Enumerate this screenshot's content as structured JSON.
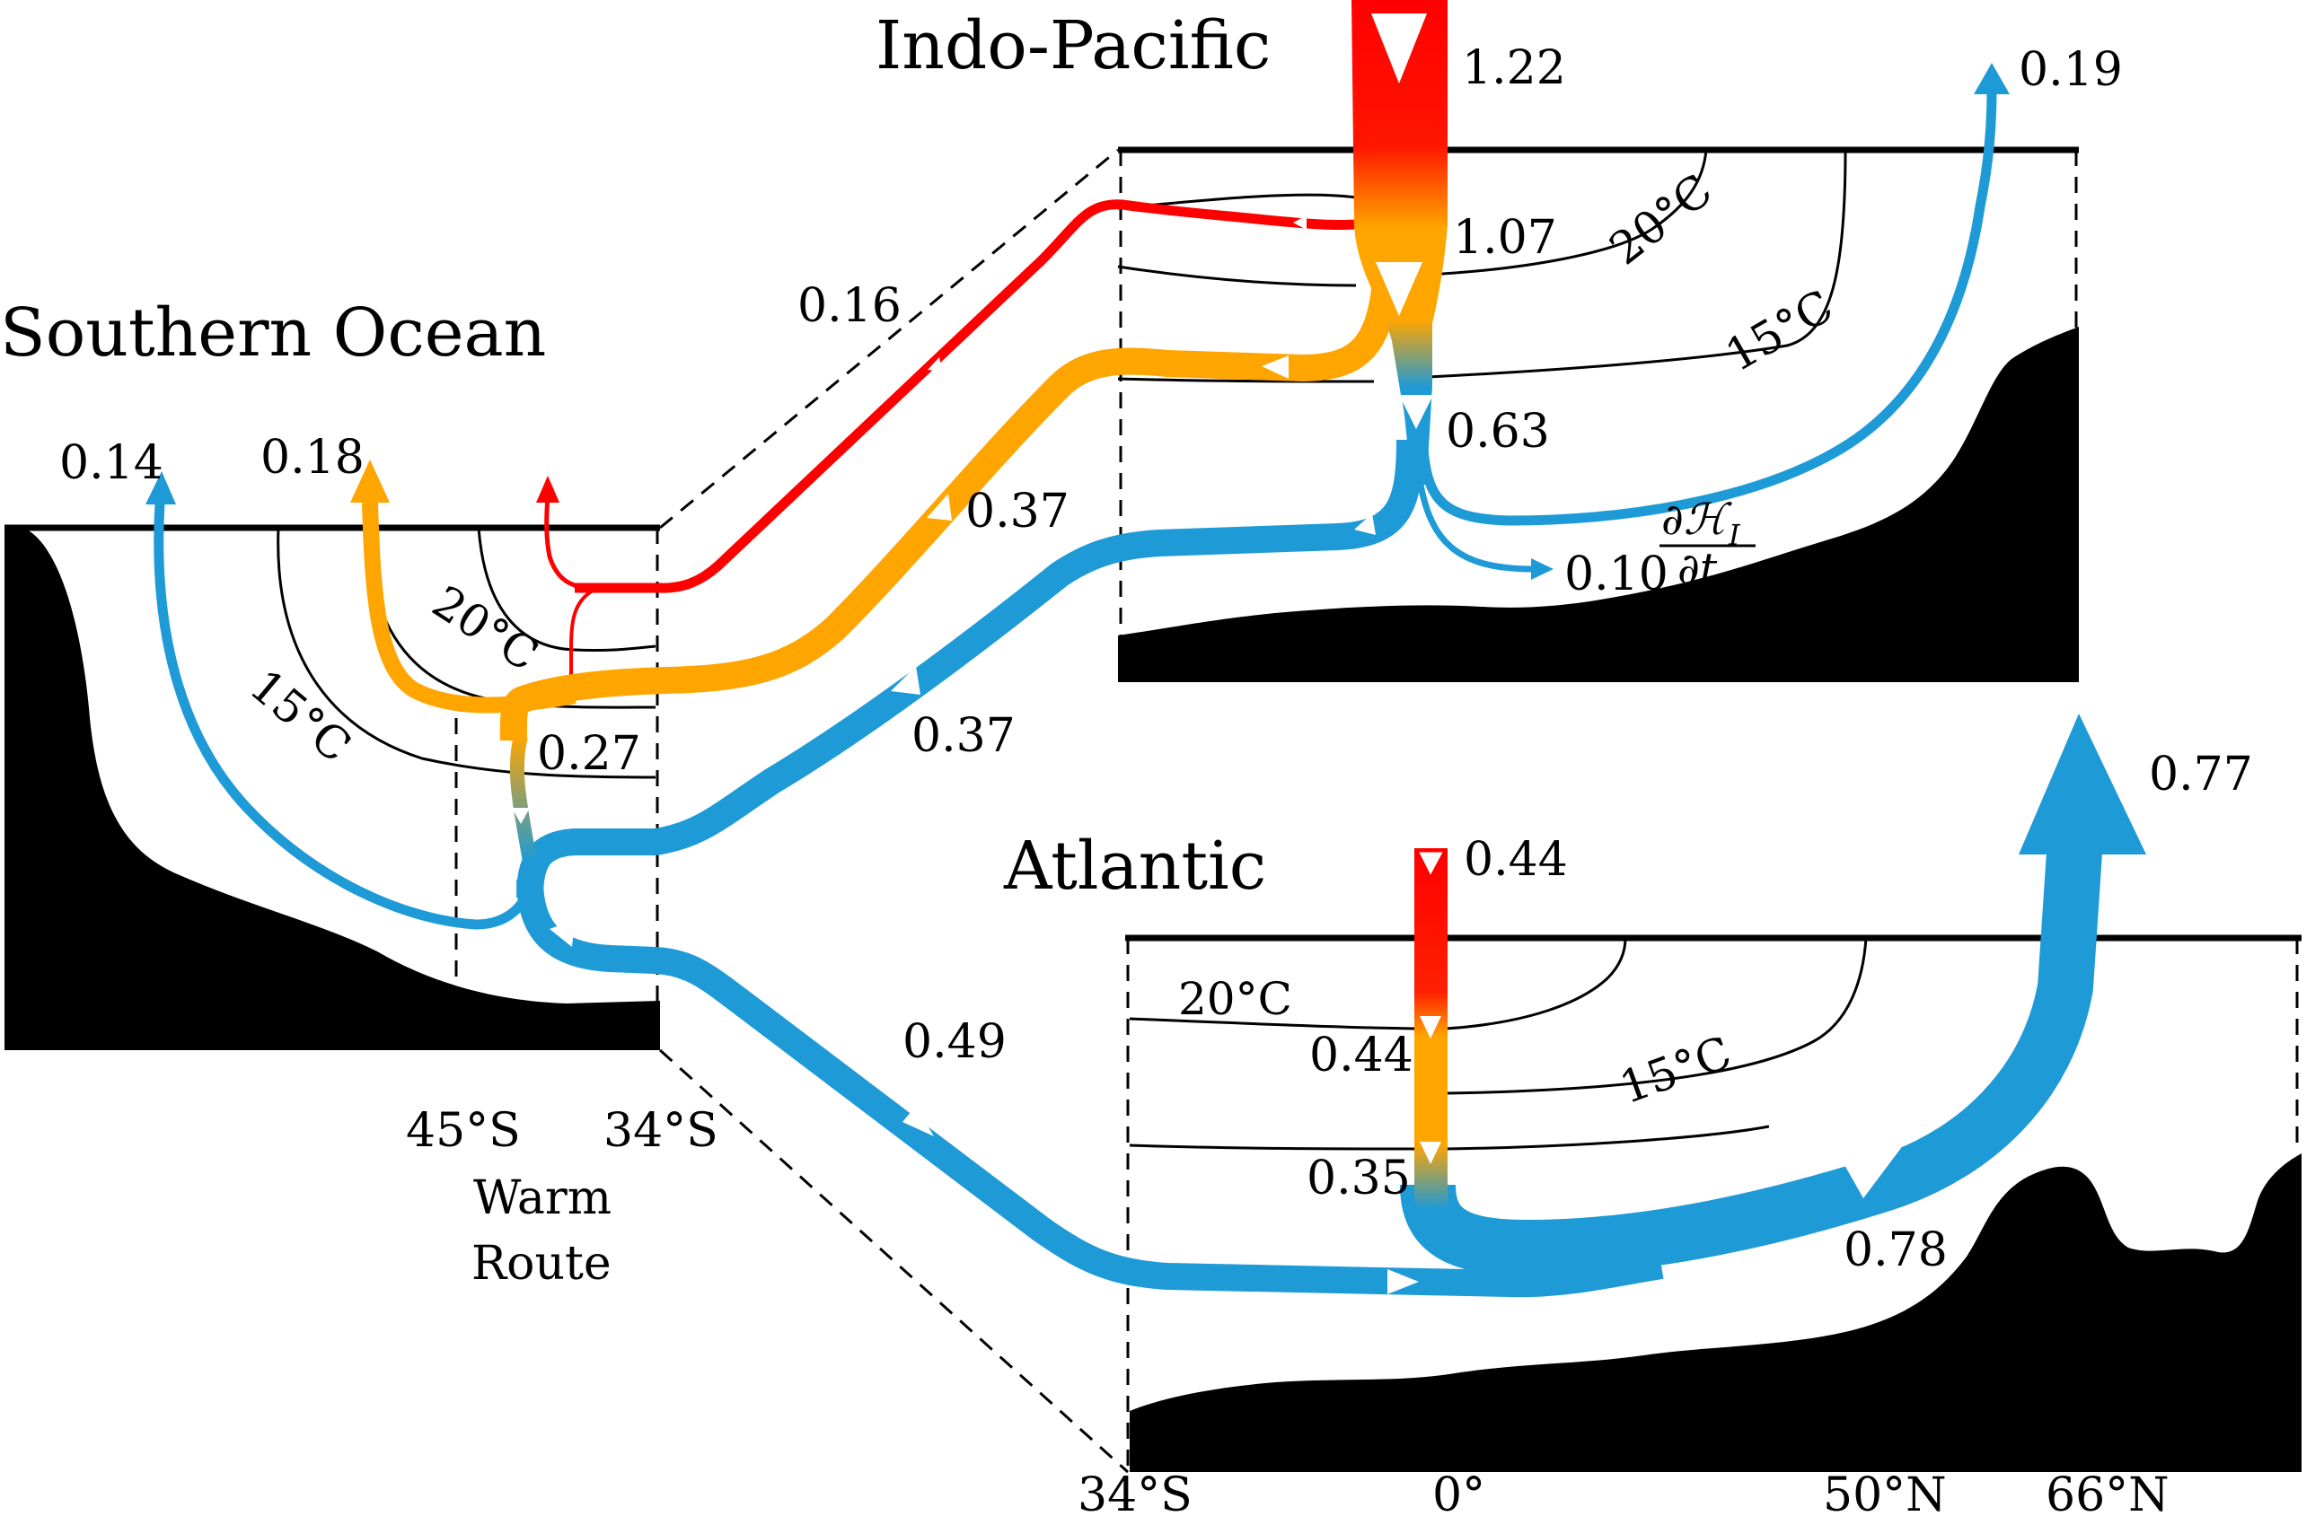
{
  "titles": {
    "indo_pacific": "Indo-Pacific",
    "southern_ocean": "Southern Ocean",
    "atlantic": "Atlantic"
  },
  "values": {
    "ip_downwelling_top": "1.22",
    "ip_downwelling_mid": "1.07",
    "ip_downwelling_deep": "0.63",
    "ip_upwelling_north": "0.19",
    "ip_red_branch": "0.16",
    "ip_orange_branch": "0.37",
    "ip_blue_branch": "0.37",
    "ip_heat_content": "0.10",
    "so_blue_outcrop": "0.14",
    "so_orange_outcrop": "0.18",
    "so_warm_route": "0.27",
    "atl_downwelling_top": "0.44",
    "atl_downwelling_mid": "0.44",
    "atl_downwelling_deep": "0.35",
    "atl_south_inflow": "0.49",
    "atl_north_flow": "0.78",
    "atl_north_outflow": "0.77"
  },
  "isotherms": {
    "ip_20": "20°C",
    "ip_15": "15°C",
    "so_20": "20°C",
    "so_15": "15°C",
    "atl_20": "20°C",
    "atl_15": "15°C"
  },
  "latitudes": {
    "so_45s": "45°S",
    "so_34s": "34°S",
    "atl_34s": "34°S",
    "atl_0": "0°",
    "atl_50n": "50°N",
    "atl_66n": "66°N"
  },
  "route_label": {
    "line1": "Warm",
    "line2": "Route"
  },
  "heat_term": {
    "numerator": "∂ℋ",
    "subscript": "I",
    "denominator": "∂t"
  },
  "colors": {
    "warm": "#ff0000",
    "intermediate": "#ffa500",
    "cold": "#1e9ad6",
    "land": "#000000"
  }
}
